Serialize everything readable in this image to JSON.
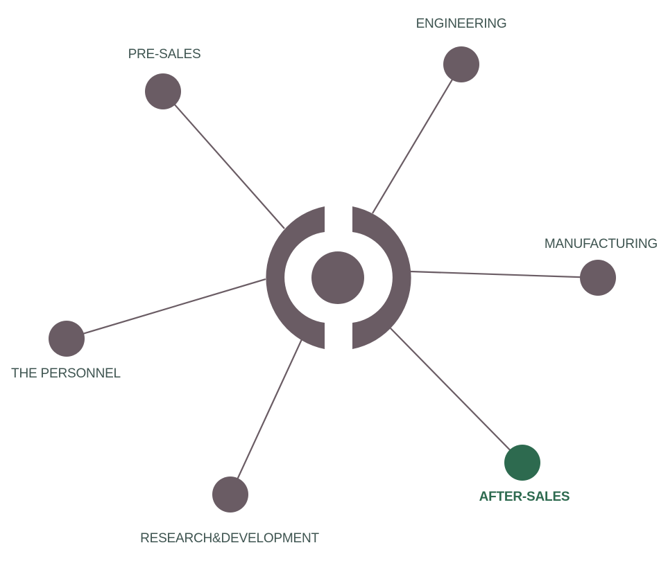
{
  "colors": {
    "node": "#6a5c64",
    "node_active": "#2d6a4f",
    "label": "#3e5450",
    "label_active": "#2d6a4f",
    "line": "#6a5c64",
    "hub": "#6a5c64"
  },
  "hub": {
    "icon": "hub-ring-icon"
  },
  "nodes": [
    {
      "id": "pre-sales",
      "label": "PRE-SALES",
      "active": false
    },
    {
      "id": "engineering",
      "label": "ENGINEERING",
      "active": false
    },
    {
      "id": "manufacturing",
      "label": "MANUFACTURING",
      "active": false
    },
    {
      "id": "after-sales",
      "label": "AFTER-SALES",
      "active": true
    },
    {
      "id": "research-development",
      "label": "RESEARCH&DEVELOPMENT",
      "active": false
    },
    {
      "id": "the-personnel",
      "label": "THE PERSONNEL",
      "active": false
    }
  ]
}
